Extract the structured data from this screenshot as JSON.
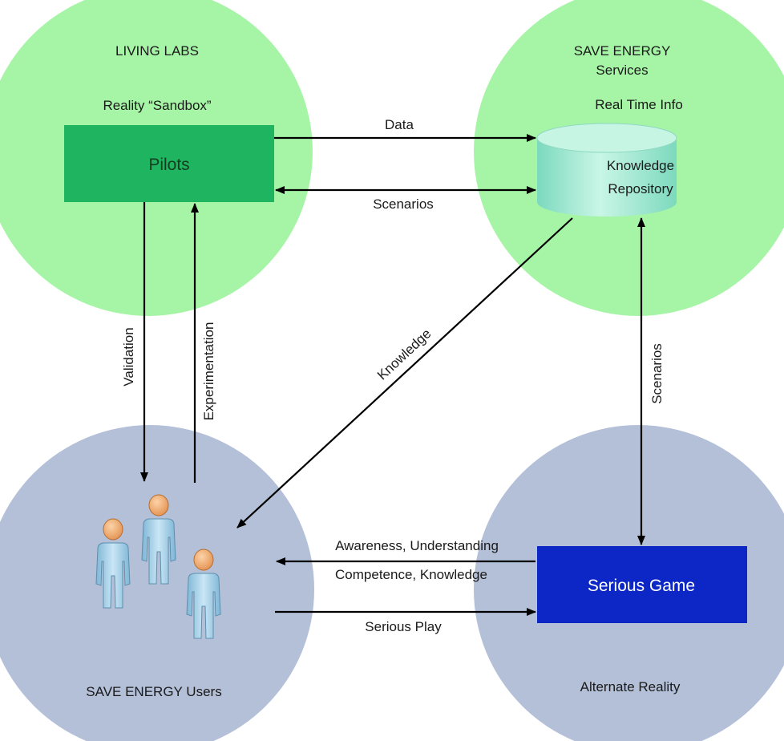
{
  "colors": {
    "green_circle": "#a6f5a6",
    "blue_circle": "#b3c0d8",
    "pilots_box": "#1fb560",
    "pilots_text": "#143d1f",
    "game_box": "#0c27c6",
    "game_text": "#ffffff",
    "cylinder_body": "#8fe4cb",
    "cylinder_top": "#c6f5e4",
    "person_body": "#a9d3ea",
    "person_head": "#f0b07a",
    "arrow": "#000000"
  },
  "regions": {
    "living_labs": {
      "title": "LIVING LABS",
      "subtitle": "Reality “Sandbox”"
    },
    "services": {
      "title_line1": "SAVE ENERGY",
      "title_line2": "Services",
      "subtitle": "Real Time Info"
    },
    "users": {
      "caption": "SAVE ENERGY Users"
    },
    "alternate": {
      "caption": "Alternate Reality"
    }
  },
  "nodes": {
    "pilots": "Pilots",
    "knowledge_repository": {
      "line1": "Knowledge",
      "line2": "Repository"
    },
    "serious_game": "Serious Game"
  },
  "flows": {
    "data": "Data",
    "scenarios_top": "Scenarios",
    "validation": "Validation",
    "experimentation": "Experimentation",
    "knowledge": "Knowledge",
    "scenarios_right": "Scenarios",
    "awareness": "Awareness, Understanding",
    "competence": "Competence, Knowledge",
    "serious_play": "Serious Play"
  },
  "icons": [
    "person-icon",
    "database-cylinder-icon"
  ]
}
